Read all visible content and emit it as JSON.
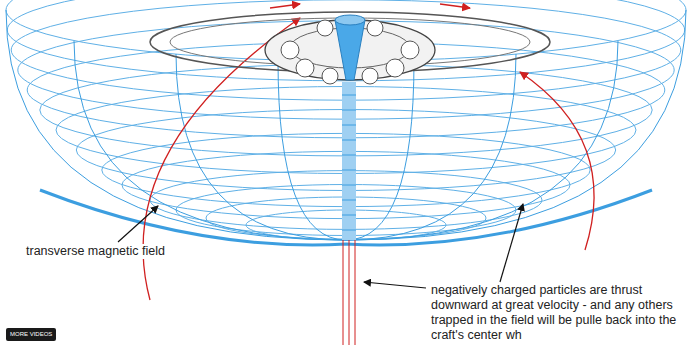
{
  "diagram": {
    "labels": [
      "transverse magnetic field",
      "negatively charged particles are thrust downward at great velocity - and any others trapped in the field will be pulle back into the craft's center wh",
      "MORE VIDEOS"
    ]
  }
}
